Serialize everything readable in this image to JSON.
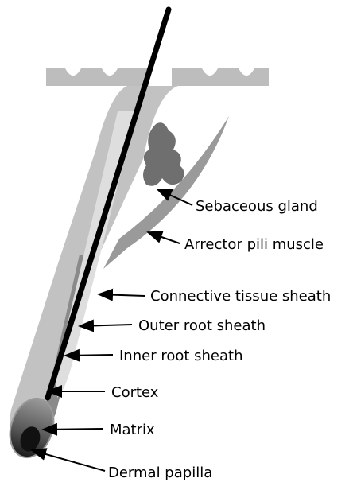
{
  "diagram": {
    "labels": {
      "sebaceous_gland": "Sebaceous gland",
      "arrector_pili_muscle": "Arrector pili muscle",
      "connective_tissue_sheath": "Connective tissue sheath",
      "outer_root_sheath": "Outer root sheath",
      "inner_root_sheath": "Inner root sheath",
      "cortex": "Cortex",
      "matrix": "Matrix",
      "dermal_papilla": "Dermal papilla"
    },
    "colors": {
      "skin": "#bdbdbd",
      "muscle": "#9a9a9a",
      "gland": "#6f6f6f",
      "sheath_outer": "#7a7a7a",
      "sheath_light": "#c8c8c8",
      "hair": "#000000",
      "arrow": "#000000"
    }
  }
}
